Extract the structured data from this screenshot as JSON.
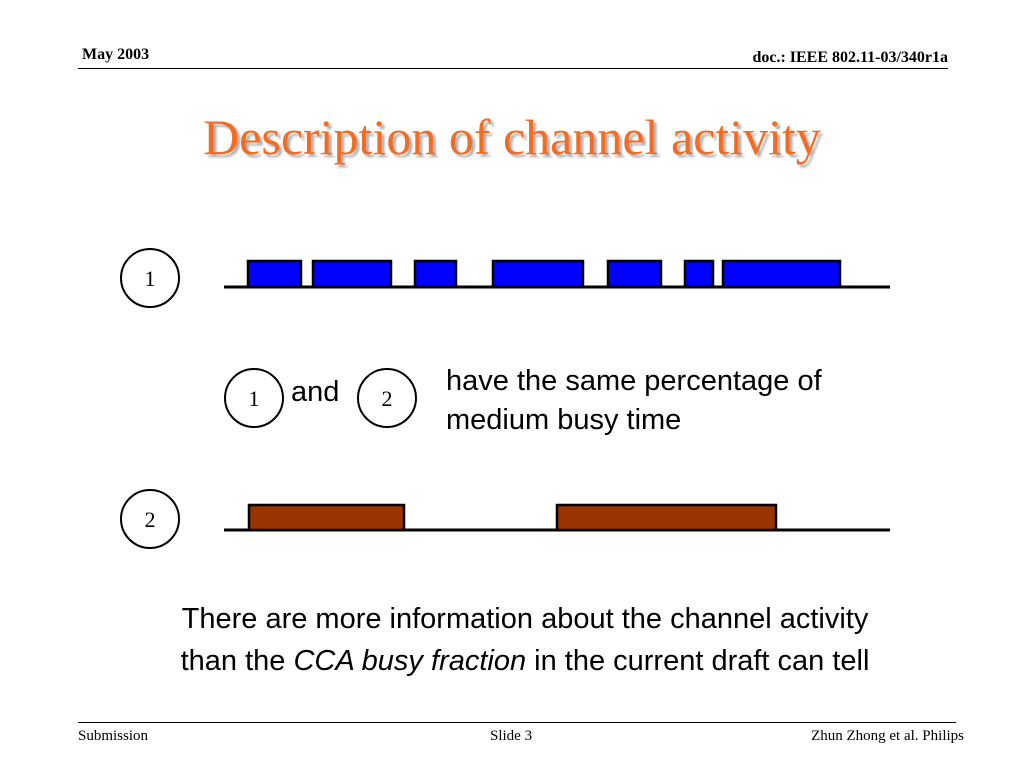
{
  "header": {
    "date": "May 2003",
    "doc_id": "doc.: IEEE 802.11-03/340r1a"
  },
  "slide": {
    "title": "Description of channel activity",
    "pattern1_label": "1",
    "pattern2_label": "2",
    "compare": {
      "left_label": "1",
      "joiner": "and",
      "right_label": "2",
      "statement": "have the same percentage of medium busy time"
    },
    "conclusion": {
      "line1": "There are more information about the channel activity",
      "line2_pre": "than the ",
      "line2_em": "CCA busy fraction",
      "line2_post": " in the current draft can tell"
    }
  },
  "footer": {
    "left": "Submission",
    "center": "Slide 3",
    "right": "Zhun Zhong et al. Philips"
  },
  "colors": {
    "title": "#f26d21",
    "pattern1_fill": "#0000ff",
    "pattern2_fill": "#993300"
  }
}
